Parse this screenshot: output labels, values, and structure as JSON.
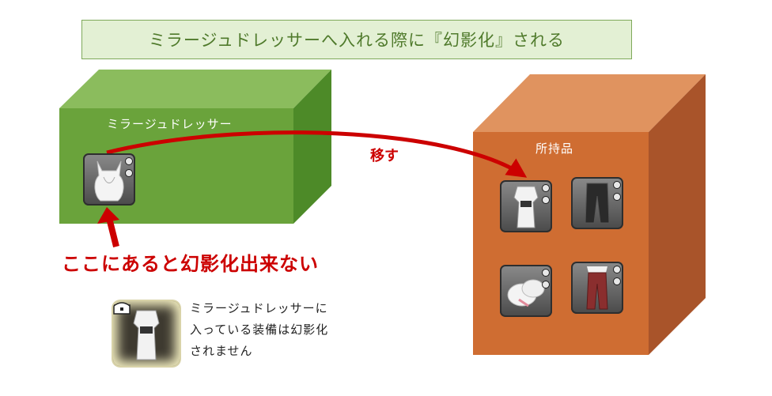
{
  "title": "ミラージュドレッサーへ入れる際に『幻影化』される",
  "dresser": {
    "label": "ミラージュドレッサー",
    "color_front": "#6aa33b",
    "color_top": "#8bbc5d",
    "color_side": "#4d8a28"
  },
  "inventory": {
    "label": "所持品",
    "color_front": "#cf6d32",
    "color_top": "#e0935f",
    "color_side": "#a9542a"
  },
  "arrow": {
    "label": "移す",
    "color": "#cc0000"
  },
  "warning": "ここにあると幻影化出来ない",
  "note": {
    "lines": [
      "ミラージュドレッサーに",
      "入っている装備は幻影化",
      "されません"
    ]
  },
  "icons": {
    "dresser_item": "white-hood-icon",
    "inventory_items": [
      "white-robe-icon",
      "black-pants-icon",
      "white-gloves-icon",
      "red-pants-icon"
    ],
    "sample_item": "white-robe-icon",
    "sample_badge": "chest-icon"
  }
}
